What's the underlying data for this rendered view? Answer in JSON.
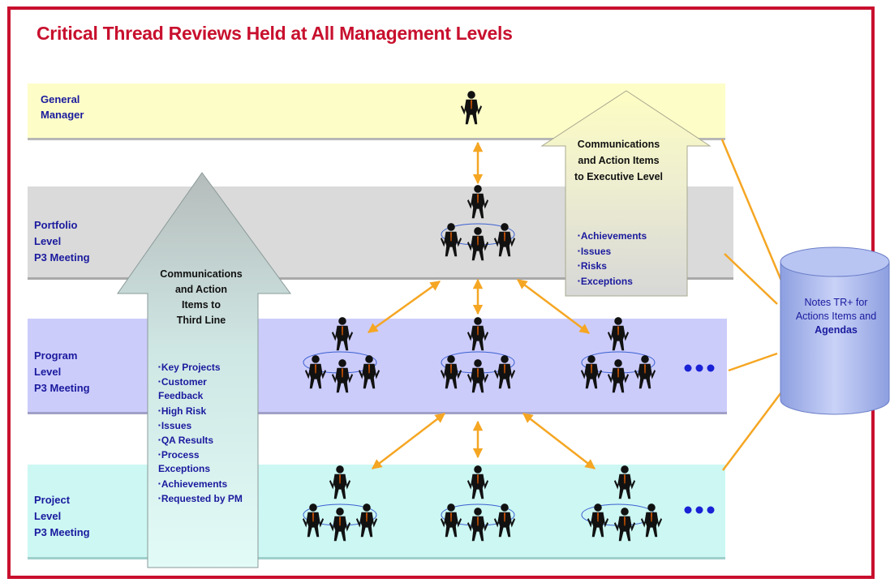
{
  "title": "Critical Thread Reviews Held at All Management Levels",
  "levels": {
    "general_manager": "General\nManager",
    "portfolio": "Portfolio\nLevel\nP3 Meeting",
    "program": "Program\nLevel\nP3 Meeting",
    "project": "Project\nLevel\nP3 Meeting"
  },
  "left_arrow": {
    "heading": "Communications\nand Action\nItems to\nThird Line",
    "items": [
      "Key Projects",
      "Customer Feedback",
      "High Risk",
      "Issues",
      "QA Results",
      "Process Exceptions",
      "Achievements",
      "Requested by PM"
    ]
  },
  "right_arrow": {
    "heading": "Communications\nand Action Items\nto Executive Level",
    "items": [
      "Achievements",
      "Issues",
      "Risks",
      "Exceptions"
    ]
  },
  "database": {
    "line1": "Notes TR+ for",
    "line2": "Actions Items and",
    "line3": "Agendas"
  },
  "colors": {
    "frame": "#c8102e",
    "level_text": "#1a1a9e",
    "connector": "#f5a623",
    "gm_band": "#fdfdc8",
    "portfolio_band": "#dadada",
    "program_band": "#ccccfb",
    "project_band": "#ccf7f3"
  }
}
